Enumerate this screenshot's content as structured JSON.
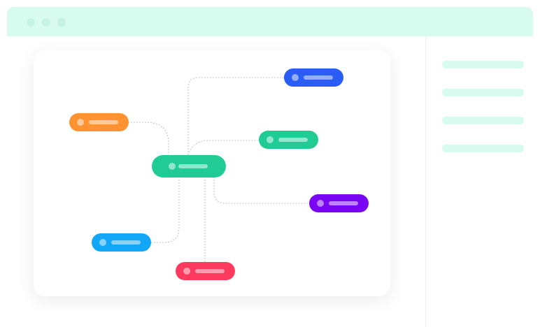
{
  "window": {
    "titlebar_color": "#d7fbee",
    "controls": [
      "window-control-dot",
      "window-control-dot",
      "window-control-dot"
    ]
  },
  "sidebar": {
    "placeholder_lines": 4,
    "line_color": "#d7fbee"
  },
  "mindmap": {
    "center_node": {
      "color": "#20cc94"
    },
    "branches": [
      {
        "name": "branch-blue",
        "color": "#2a5cf6"
      },
      {
        "name": "branch-orange",
        "color": "#ff9332"
      },
      {
        "name": "branch-green",
        "color": "#20cc94"
      },
      {
        "name": "branch-purple",
        "color": "#7a04f4"
      },
      {
        "name": "branch-cyan",
        "color": "#12a6f7"
      },
      {
        "name": "branch-red",
        "color": "#ff3a5f"
      }
    ],
    "connector_style": "dashed",
    "connector_color": "#bfc4c9"
  }
}
